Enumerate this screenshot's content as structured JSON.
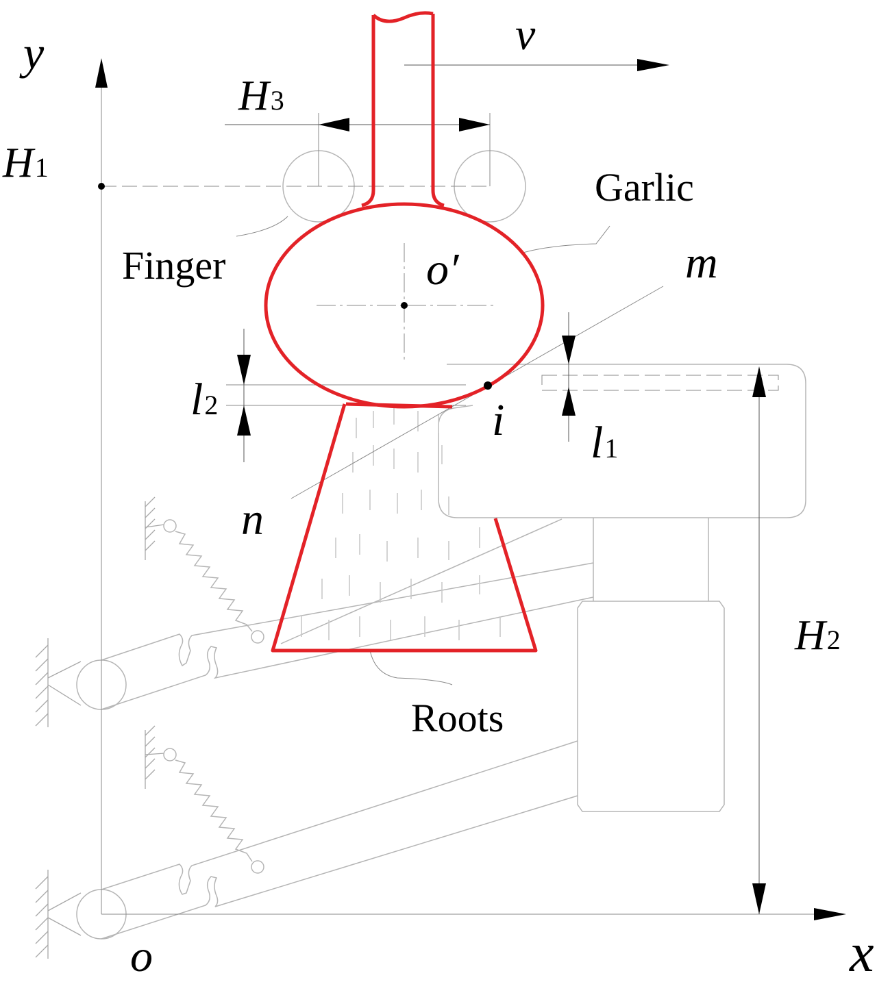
{
  "figure": {
    "axes": {
      "y_label": "y",
      "x_label": "x",
      "origin_label": "o"
    },
    "velocity_label": "v",
    "dimension_labels": {
      "H1": {
        "main": "H",
        "sub": "1"
      },
      "H2": {
        "main": "H",
        "sub": "2"
      },
      "H3": {
        "main": "H",
        "sub": "3"
      },
      "l1": {
        "main": "l",
        "sub": "1"
      },
      "l2": {
        "main": "l",
        "sub": "2"
      }
    },
    "point_labels": {
      "center": "o′",
      "contact": "i",
      "line_end_m": "m",
      "line_end_n": "n"
    },
    "part_labels": {
      "finger": "Finger",
      "garlic": "Garlic",
      "roots": "Roots"
    },
    "colors": {
      "garlic_outline": "#e32227",
      "mechanism": "#b5b5b5",
      "text": "#000000"
    }
  }
}
